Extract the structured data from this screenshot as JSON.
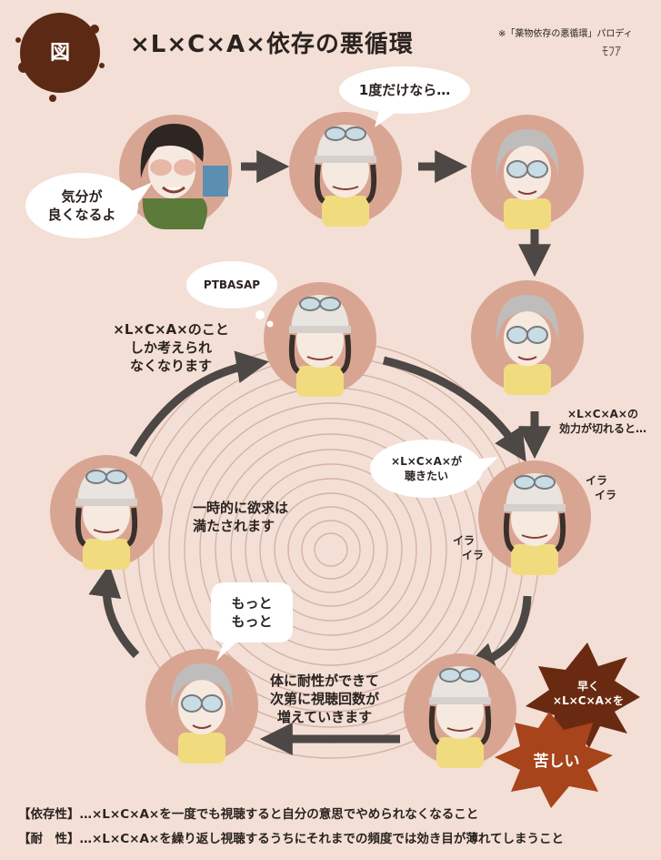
{
  "badge": "図",
  "title": "×L×C×A×依存の悪循環",
  "note": "※「薬物依存の悪循環」パロディ",
  "signature": "ﾓﾌｱ",
  "bubbles": {
    "feel_good": [
      "気分が",
      "良くなるよ"
    ],
    "just_once": "1度だけなら…",
    "ptbasap": "PTBASAP",
    "want_listen": [
      "×L×C×A×が",
      "聴きたい"
    ],
    "more": [
      "もっと",
      "もっと"
    ]
  },
  "captions": {
    "only_think": [
      "×L×C×A×のこと",
      "しか考えられ",
      "なくなります"
    ],
    "effect_wears": [
      "×L×C×A×の",
      "効力が切れると…"
    ],
    "temporarily": [
      "一時的に欲求は",
      "満たされます"
    ],
    "tolerance": [
      "体に耐性ができて",
      "次第に視聴回数が",
      "増えていきます"
    ],
    "ira1": [
      "イラ",
      "イラ"
    ],
    "ira2": [
      "イラ",
      "イラ"
    ]
  },
  "bursts": {
    "hurry": [
      "早く",
      "×L×C×A×を"
    ],
    "painful": "苦しい"
  },
  "footer": {
    "dependence": "【依存性】…×L×C×A×を一度でも視聴すると自分の意思でやめられなくなること",
    "tolerance": "【耐　性】…×L×C×A×を繰り返し視聴するうちにそれまでの頻度では効き目が薄れてしまうこと"
  },
  "colors": {
    "background": "#f3dfd5",
    "circle": "#d9a593",
    "badge": "#5c2a14",
    "arrow": "#4d4845",
    "shirt": "#f0dc7e",
    "burst_dark": "#6a2a12",
    "burst_light": "#a7441c"
  }
}
